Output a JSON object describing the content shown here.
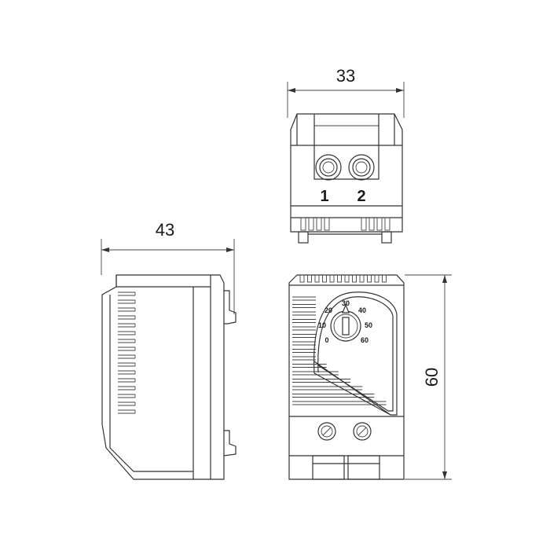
{
  "dimensions": {
    "top_width": "33",
    "side_width": "43",
    "front_height": "60"
  },
  "terminals": {
    "left_label": "1",
    "right_label": "2"
  },
  "dial": {
    "scale": [
      "0",
      "10",
      "20",
      "30",
      "40",
      "50",
      "60"
    ]
  },
  "colors": {
    "line": "#333333",
    "background": "#ffffff"
  }
}
